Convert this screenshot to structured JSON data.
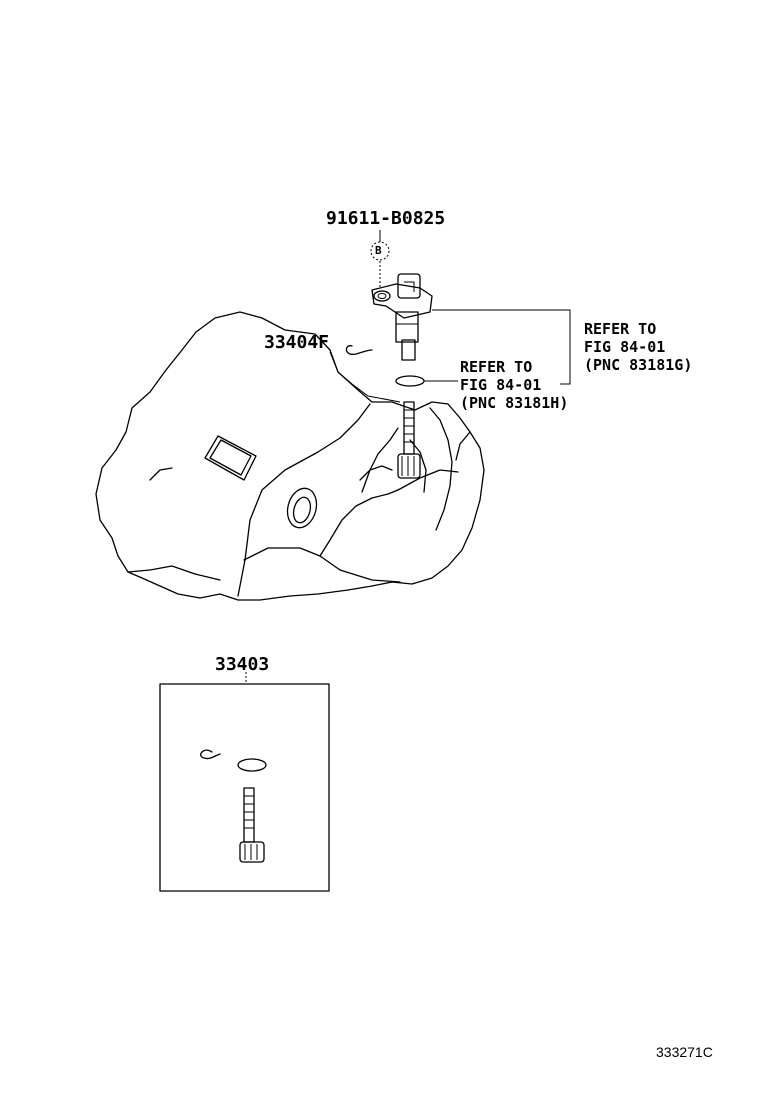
{
  "labels": {
    "bolt_part": "91611-B0825",
    "bolt_ref_letter": "B",
    "clip_part": "33404F",
    "kit_part": "33403",
    "ref_upper": {
      "line1": "REFER TO",
      "line2": "FIG 84-01",
      "line3": "(PNC 83181G)"
    },
    "ref_lower": {
      "line1": "REFER TO",
      "line2": "FIG 84-01",
      "line3": "(PNC 83181H)"
    },
    "drawing_code": "333271C"
  }
}
